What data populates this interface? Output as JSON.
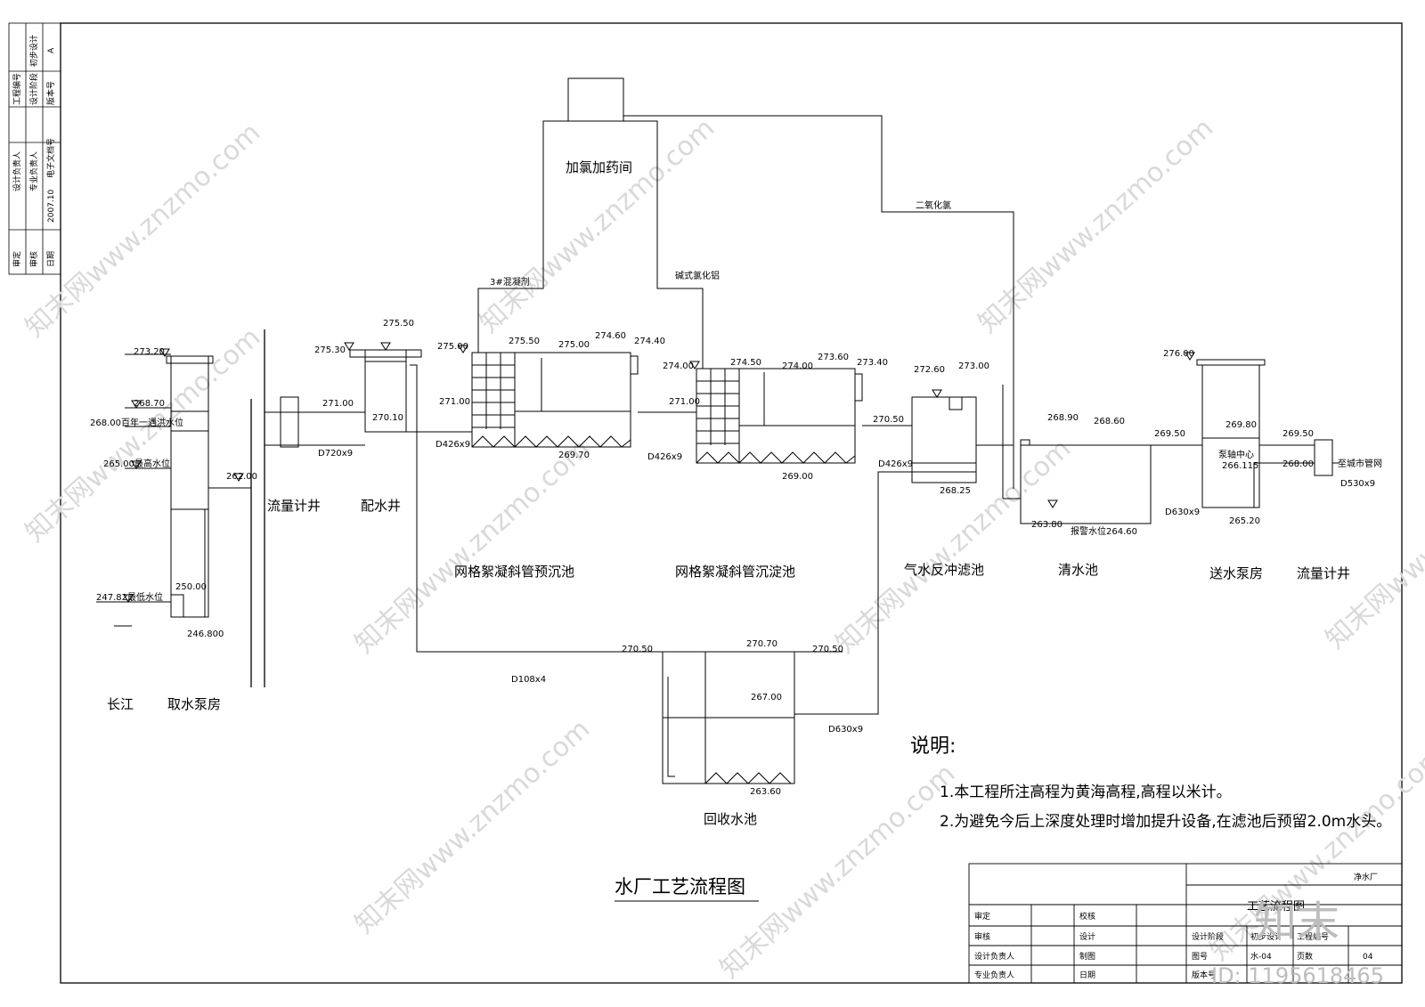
{
  "title": "水厂工艺流程图",
  "chemicals": {
    "dosing_room": "加氯加药间",
    "coagulant": "3#混凝剂",
    "pac": "碱式氯化铝",
    "chlorine_dioxide": "二氧化氯"
  },
  "units": {
    "river": "长江",
    "intake": "取水泵房",
    "flowmeter1": "流量计井",
    "distribution": "配水井",
    "presed": "网格絮凝斜管预沉池",
    "sed": "网格絮凝斜管沉淀池",
    "filter": "气水反冲滤池",
    "clearwell": "清水池",
    "pumphouse": "送水泵房",
    "flowmeter2": "流量计井",
    "recovery": "回收水池",
    "to_city": "至城市管网",
    "pump_center": "泵轴中心"
  },
  "levels": {
    "intake_top": "273.20",
    "intake_l2": "268.70",
    "flood_label": "268.00百年一遇洪水位",
    "highest_label": "265.00最高水位",
    "intake_250": "250.00",
    "lowest_label": "247.82最低水位",
    "intake_bottom": "246.800",
    "river_262": "262.00",
    "fm_271": "271.00",
    "dw_275_50": "275.50",
    "dw_275_30": "275.30",
    "dw_270_10": "270.10",
    "ps_275_00": "275.00",
    "ps_271_00": "271.00",
    "ps_275_50": "275.50",
    "ps_275_00b": "275.00",
    "ps_274_60": "274.60",
    "ps_274_40": "274.40",
    "ps_269_70": "269.70",
    "sd_274_00": "274.00",
    "sd_271_00": "271.00",
    "sd_274_50": "274.50",
    "sd_274_00b": "274.00",
    "sd_273_60": "273.60",
    "sd_273_40": "273.40",
    "sd_269_00": "269.00",
    "f_272_60": "272.60",
    "f_273_00": "273.00",
    "f_270_50": "270.50",
    "f_268_25": "268.25",
    "cw_268_90": "268.90",
    "cw_268_60": "268.60",
    "cw_263_80": "263.80",
    "cw_alarm": "报警水位264.60",
    "ph_276_00": "276.00",
    "ph_269_50": "269.50",
    "ph_269_80": "269.80",
    "ph_266_115": "266.115",
    "ph_265_20": "265.20",
    "fm2_269_50": "269.50",
    "fm2_268_00": "268.00",
    "rc_270_50a": "270.50",
    "rc_270_70": "270.70",
    "rc_270_50b": "270.50",
    "rc_267_00": "267.00",
    "rc_263_60": "263.60"
  },
  "pipes": {
    "d720": "D720x9",
    "d426a": "D426x9",
    "d426b": "D426x9",
    "d426c": "D426x9",
    "d630a": "D630x9",
    "d530": "D530x9",
    "d108": "D108x4",
    "d630b": "D630x9"
  },
  "notes": {
    "heading": "说明:",
    "items": [
      "1.本工程所注高程为黄海高程,高程以米计。",
      "2.为避免今后上深度处理时增加提升设备,在滤池后预留2.0m水头。"
    ]
  },
  "side_block": {
    "r1c1": "审定",
    "r1c2": "审核",
    "r1c3": "日期",
    "r2c1": "设计负责人",
    "r2c2": "专业负责人",
    "r2c3": "2007.10",
    "r3c1": "工程编号",
    "r3c2": "设计阶段",
    "r3c3": "版本号",
    "r4c1": "初步设计",
    "r4c2": "A",
    "r5c1": "电子文档号"
  },
  "title_block": {
    "project": "净水厂",
    "drawing_name": "工艺流程图",
    "r1a": "审定",
    "r1b": "校核",
    "r2a": "审核",
    "r2b": "设计",
    "r3a": "设计负责人",
    "r3b": "制图",
    "r4a": "专业负责人",
    "r4b": "日期",
    "stage_label": "设计阶段",
    "stage_value": "初步设计",
    "project_no_label": "工程编号",
    "drawing_no_label": "图号",
    "drawing_no_value": "水-04",
    "pages_label": "页数",
    "pages_value": "04",
    "version_label": "版本号"
  },
  "watermark": {
    "text": "知末网www.znzmo.com",
    "logo": "知末",
    "id": "ID: 1195618465"
  }
}
